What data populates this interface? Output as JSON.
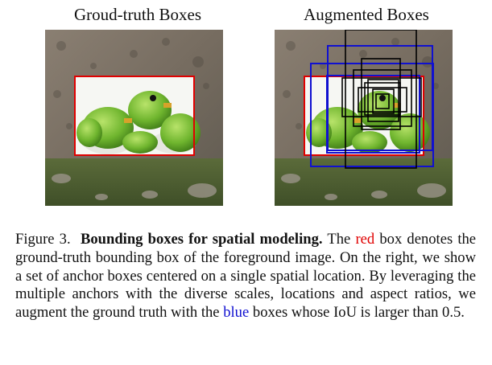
{
  "figure": {
    "left_panel": {
      "title": "Groud-truth Boxes"
    },
    "right_panel": {
      "title": "Augmented Boxes"
    },
    "colors": {
      "ground_truth_box": "#e00000",
      "augmented_box": "#1010d0",
      "anchor_box": "#000000"
    }
  },
  "caption": {
    "label": "Figure 3.",
    "bold_title": "Bounding boxes for spatial modeling.",
    "text_1": "The",
    "red_word": "red",
    "text_2": "box denotes the ground-truth bounding box of the foreground image. On the right, we show a set of anchor boxes centered on a single spatial location. By leveraging the multiple anchors with the diverse scales, locations and aspect ratios, we augment the ground truth with the",
    "blue_word": "blue",
    "text_3": "boxes whose IoU is larger than 0.5."
  }
}
